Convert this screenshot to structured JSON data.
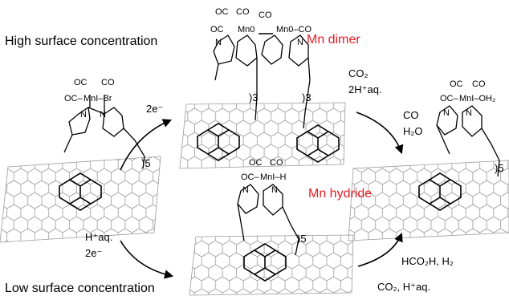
{
  "headings": {
    "high": "High surface concentration",
    "low": "Low surface concentration"
  },
  "species": {
    "dimer": "Mn dimer",
    "hydride": "Mn hydride"
  },
  "conditions": {
    "first_reduction": "2e⁻",
    "low_proton": "H⁺aq.",
    "low_electrons": "2e⁻",
    "dimer_reagent_1": "CO₂",
    "dimer_reagent_2": "2H⁺aq.",
    "dimer_product_1": "CO",
    "dimer_product_2": "H₂O",
    "hydride_reagents": "CO₂, H⁺aq.",
    "hydride_products": "HCO₂H, H₂"
  },
  "linker_labels": {
    "precursor": ")5",
    "dimer_left": ")3",
    "dimer_right": ")3",
    "hydride": ")5",
    "product": ")5"
  },
  "atoms": {
    "co": "OC",
    "co_right": "CO",
    "mn_i_br": "MnI–Br",
    "mn_0": "Mn0",
    "mn_0_right": "Mn0–CO",
    "mn_i_h": "MnI–H",
    "mn_i_oh2": "MnI–OH₂",
    "n": "N",
    "oc_mn": "OC–"
  },
  "colors": {
    "ink": "#000000",
    "highlight": "#e31e24",
    "lattice": "#9a9a9a"
  }
}
